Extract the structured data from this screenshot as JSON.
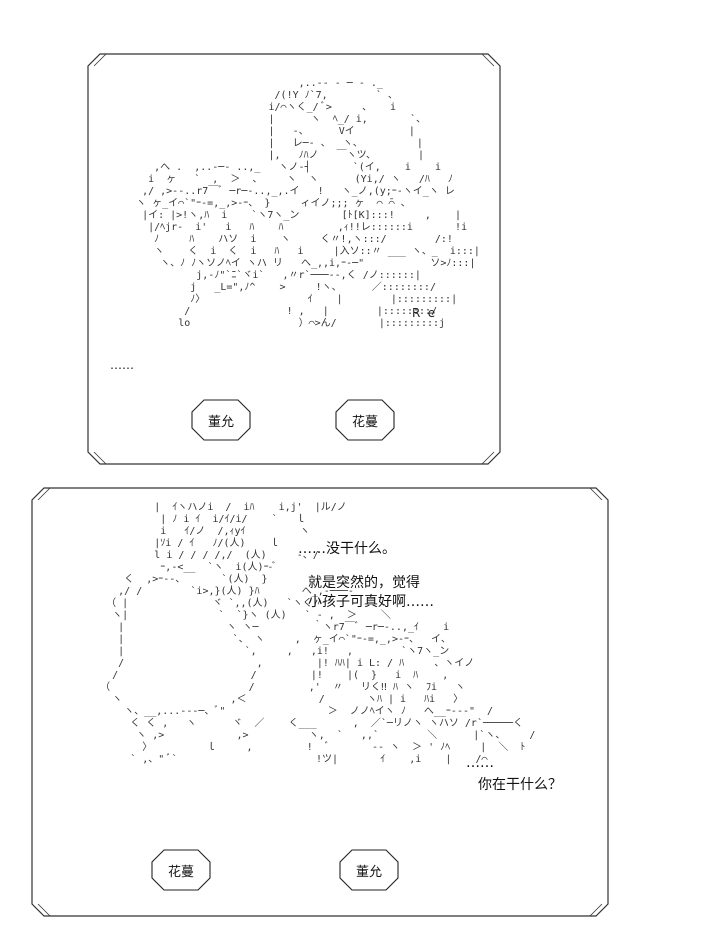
{
  "panel1": {
    "ellipsis": "……",
    "re_label": "Re",
    "name_tag_left": "董允",
    "name_tag_right": "花蔓"
  },
  "panel2": {
    "speech_top": "……没干什么。",
    "speech_mid_1": "就是突然的，觉得",
    "speech_mid_2": "小孩子可真好啊……",
    "speech_bottom_ellipsis": "……",
    "speech_bottom": "你在干什么？",
    "name_tag_left": "花蔓",
    "name_tag_right": "董允"
  }
}
